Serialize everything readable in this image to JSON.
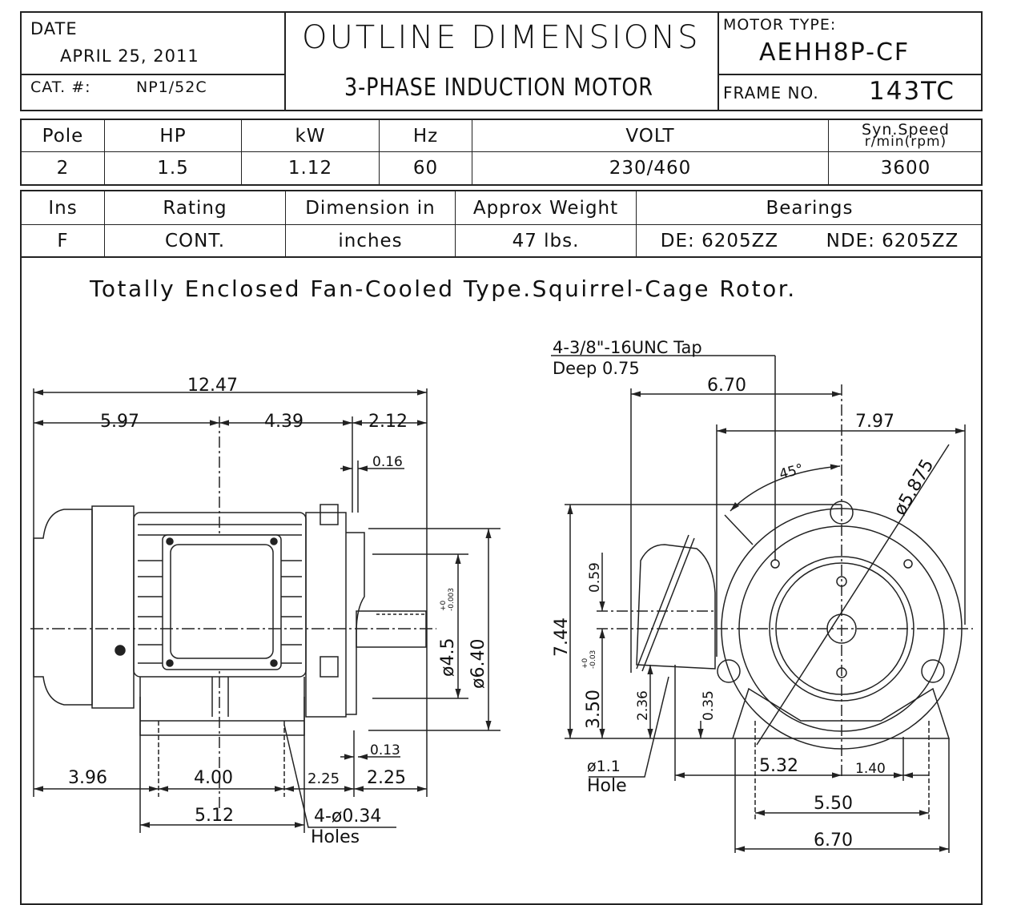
{
  "header": {
    "date_label": "DATE",
    "date_value": "APRIL 25, 2011",
    "cat_label": "CAT. #:",
    "cat_value": "NP1/52C",
    "title": "OUTLINE DIMENSIONS",
    "subtitle": "3-PHASE INDUCTION MOTOR",
    "motor_type_label": "MOTOR TYPE:",
    "motor_type_value": "AEHH8P-CF",
    "frame_label": "FRAME NO.",
    "frame_value": "143TC"
  },
  "spec_table_1": {
    "headers": [
      "Pole",
      "HP",
      "kW",
      "Hz",
      "VOLT",
      "Syn.Speed",
      "r/min(rpm)"
    ],
    "values": [
      "2",
      "1.5",
      "1.12",
      "60",
      "230/460",
      "3600"
    ]
  },
  "spec_table_2": {
    "headers": [
      "Ins",
      "Rating",
      "Dimension in",
      "Approx Weight",
      "Bearings"
    ],
    "values": [
      "F",
      "CONT.",
      "inches",
      "47 lbs.",
      "DE: 6205ZZ",
      "NDE: 6205ZZ"
    ]
  },
  "description": "Totally Enclosed Fan-Cooled Type.Squirrel-Cage Rotor.",
  "side_view": {
    "overall_length": "12.47",
    "d_5_97": "5.97",
    "d_4_39": "4.39",
    "d_2_12": "2.12",
    "d_0_16": "0.16",
    "shaft_dia": "ø4.5",
    "shaft_tol_plus": "+0",
    "shaft_tol_minus": "-0.003",
    "flange_dia": "ø6.40",
    "d_0_13": "0.13",
    "d_3_96": "3.96",
    "d_4_00": "4.00",
    "d_2_25a": "2.25",
    "d_2_25b": "2.25",
    "d_5_12": "5.12",
    "holes_1": "4-ø0.34",
    "holes_2": "Holes"
  },
  "end_view": {
    "tap_1": "4-3/8\"-16UNC Tap",
    "tap_2": "Deep 0.75",
    "d_6_70_top": "6.70",
    "d_7_97": "7.97",
    "angle": "45°",
    "bolt_circle": "ø5.875",
    "d_7_44": "7.44",
    "d_0_59": "0.59",
    "d_3_50": "3.50",
    "tol_3_50_plus": "+0",
    "tol_3_50_minus": "-0.03",
    "d_2_36": "2.36",
    "d_0_35": "0.35",
    "conduit_1": "ø1.1",
    "conduit_2": "Hole",
    "d_5_32": "5.32",
    "d_1_40": "1.40",
    "d_5_50": "5.50",
    "d_6_70_bottom": "6.70"
  }
}
